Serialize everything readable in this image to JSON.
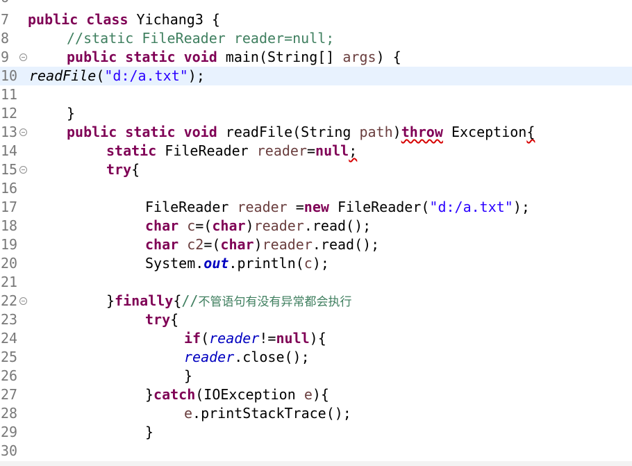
{
  "editor": {
    "first_line_number_partial": "6",
    "lines": [
      {
        "num": "7",
        "fold": false
      },
      {
        "num": "8",
        "fold": false
      },
      {
        "num": "9",
        "fold": true
      },
      {
        "num": "10",
        "fold": false
      },
      {
        "num": "11",
        "fold": false
      },
      {
        "num": "12",
        "fold": false
      },
      {
        "num": "13",
        "fold": true
      },
      {
        "num": "14",
        "fold": false
      },
      {
        "num": "15",
        "fold": true
      },
      {
        "num": "16",
        "fold": false
      },
      {
        "num": "17",
        "fold": false
      },
      {
        "num": "18",
        "fold": false
      },
      {
        "num": "19",
        "fold": false
      },
      {
        "num": "20",
        "fold": false
      },
      {
        "num": "21",
        "fold": false
      },
      {
        "num": "22",
        "fold": true
      },
      {
        "num": "23",
        "fold": false
      },
      {
        "num": "24",
        "fold": false
      },
      {
        "num": "25",
        "fold": false
      },
      {
        "num": "26",
        "fold": false
      },
      {
        "num": "27",
        "fold": false
      },
      {
        "num": "28",
        "fold": false
      },
      {
        "num": "29",
        "fold": false
      },
      {
        "num": "30",
        "fold": false
      }
    ],
    "current_line": "10",
    "colors": {
      "keyword": "#7f0055",
      "comment": "#3f7f5f",
      "string": "#2a00ff",
      "variable": "#6a3e3e",
      "field": "#0000c0",
      "current_line_bg": "#e8f2fe",
      "error_underline": "#d60000"
    },
    "code": {
      "l7": {
        "k1": "public",
        "k2": "class",
        "t1": " Yichang3 {"
      },
      "l8": {
        "c1": "//static FileReader reader=null;"
      },
      "l9": {
        "k1": "public",
        "k2": "static",
        "k3": "void",
        "t1": " main(String[] ",
        "v1": "args",
        "t2": ") {"
      },
      "l10": {
        "m1": "readFile",
        "t1": "(",
        "s1": "\"d:/a.txt\"",
        "t2": ");"
      },
      "l12": {
        "t1": "}"
      },
      "l13": {
        "k1": "public",
        "k2": "static",
        "k3": "void",
        "t1": " readFile(String ",
        "v1": "path",
        "t2": ")",
        "k4": "throw",
        "t3": " Exception",
        "t4": "{"
      },
      "l14": {
        "k1": "static",
        "t1": " FileReader ",
        "v1": "reader",
        "t2": "=",
        "k2": "null",
        "t3": ";"
      },
      "l15": {
        "k1": "try",
        "t1": "{"
      },
      "l17": {
        "t1": "FileReader ",
        "v1": "reader",
        "t2": " =",
        "k1": "new",
        "t3": " FileReader(",
        "s1": "\"d:/a.txt\"",
        "t4": ");"
      },
      "l18": {
        "k1": "char",
        "t1": " ",
        "v1": "c",
        "t2": "=(",
        "k2": "char",
        "t3": ")",
        "v2": "reader",
        "t4": ".read();"
      },
      "l19": {
        "k1": "char",
        "t1": " ",
        "v1": "c2",
        "t2": "=(",
        "k2": "char",
        "t3": ")",
        "v2": "reader",
        "t4": ".read();"
      },
      "l20": {
        "t1": "System.",
        "f1": "out",
        "t2": ".println(",
        "v1": "c",
        "t3": ");"
      },
      "l22": {
        "t1": "}",
        "k1": "finally",
        "t2": "{",
        "c1": "//",
        "c2": "不管语句有没有异常都会执行"
      },
      "l23": {
        "k1": "try",
        "t1": "{"
      },
      "l24": {
        "k1": "if",
        "t1": "(",
        "f1": "reader",
        "t2": "!=",
        "k2": "null",
        "t3": "){"
      },
      "l25": {
        "f1": "reader",
        "t1": ".close();"
      },
      "l26": {
        "t1": "}"
      },
      "l27": {
        "t1": "}",
        "k1": "catch",
        "t2": "(IOException ",
        "v1": "e",
        "t3": "){"
      },
      "l28": {
        "v1": "e",
        "t1": ".printStackTrace();"
      },
      "l29": {
        "t1": "}"
      }
    }
  }
}
